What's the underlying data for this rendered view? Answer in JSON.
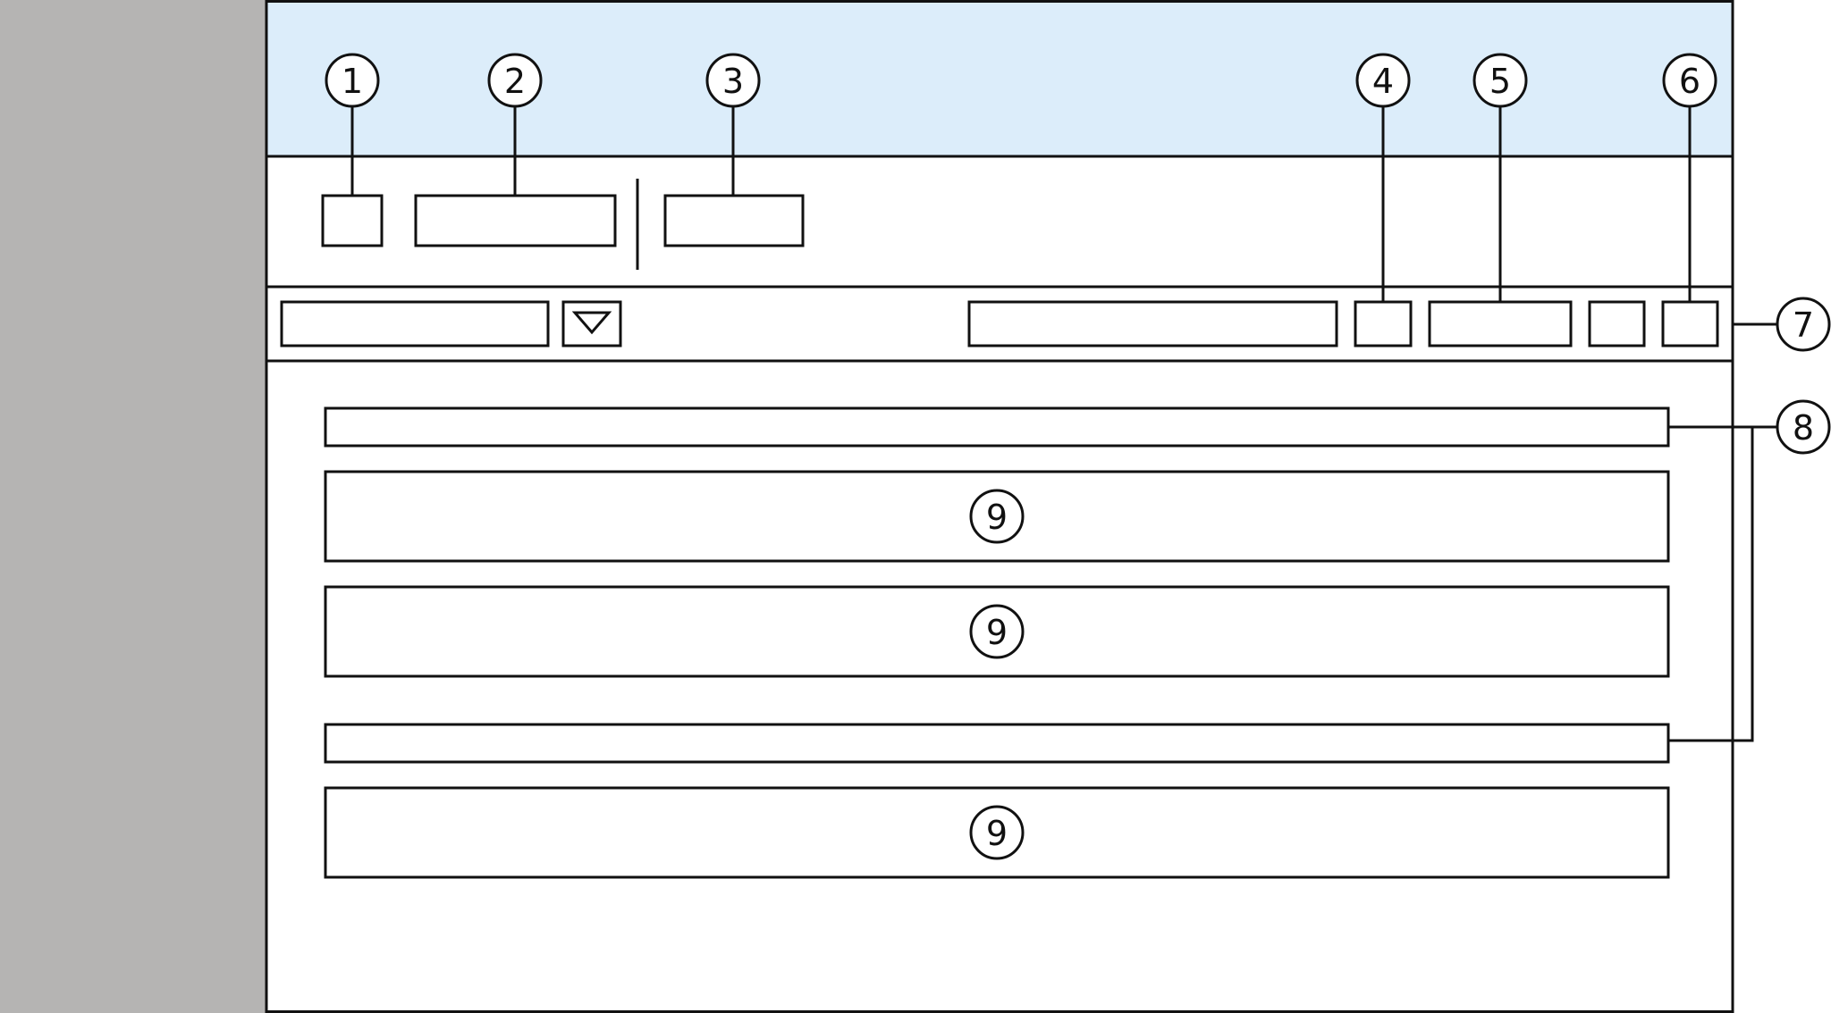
{
  "colors": {
    "sidebar": "#b5b4b3",
    "header": "#dcedfa",
    "line": "#111111",
    "background": "#ffffff"
  },
  "callouts": {
    "c1": "1",
    "c2": "2",
    "c3": "3",
    "c4": "4",
    "c5": "5",
    "c6": "6",
    "c7": "7",
    "c8": "8",
    "c9a": "9",
    "c9b": "9",
    "c9c": "9"
  },
  "icons": {
    "dropdown": "triangle-down"
  }
}
